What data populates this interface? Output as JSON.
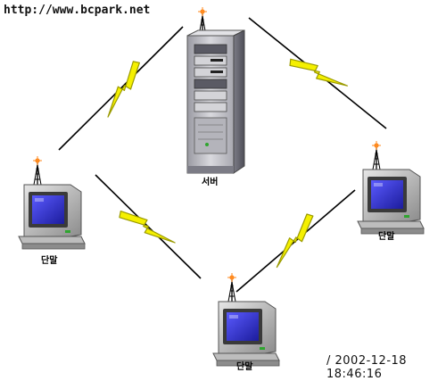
{
  "watermark": "http://www.bcpark.net",
  "timestamp": "/ 2002-12-18 18:46:16",
  "nodes": {
    "server": {
      "label": "서버"
    },
    "terminal_left": {
      "label": "단말"
    },
    "terminal_right": {
      "label": "단말"
    },
    "terminal_bottom": {
      "label": "단말"
    }
  },
  "colors": {
    "lightning": "#f5f000",
    "lightning_stroke": "#9a9a00",
    "link_line": "#000000",
    "server_body": "#c8c8cc",
    "server_dark": "#6f6f78",
    "screen": "#3b3bd6",
    "monitor_body": "#c7c7c7",
    "antenna_tip": "#ff8a1f"
  }
}
